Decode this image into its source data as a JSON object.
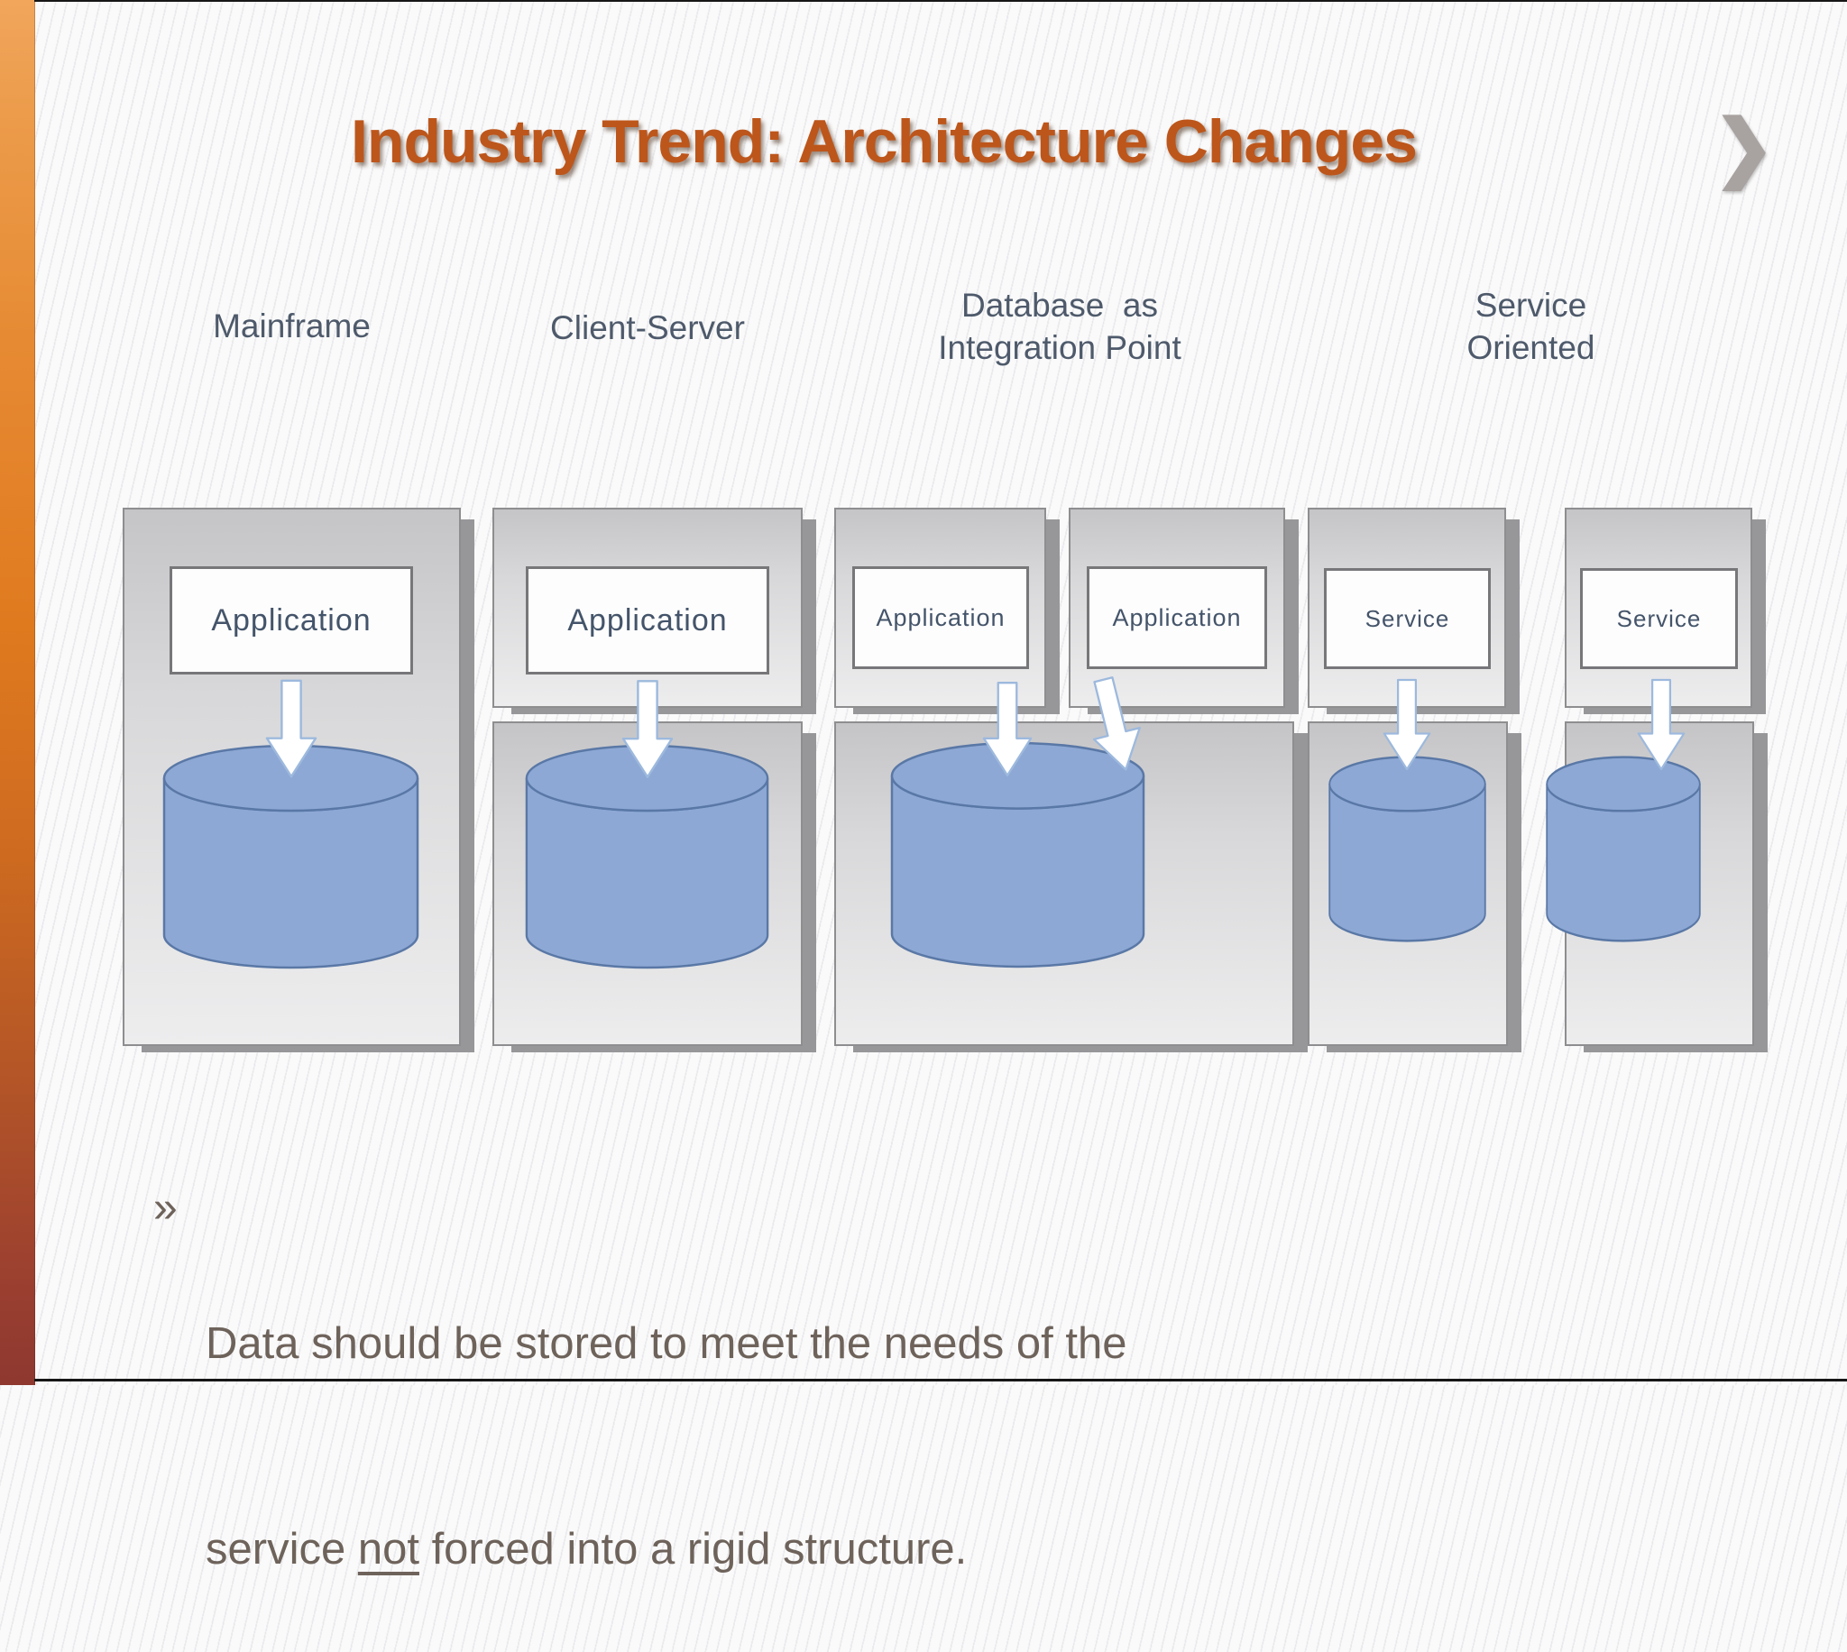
{
  "slide": {
    "title": "Industry Trend: Architecture Changes",
    "chevron": "❯"
  },
  "columns": {
    "mainframe": {
      "label": "Mainframe",
      "box": "Application"
    },
    "client_server": {
      "label": "Client-Server",
      "box": "Application"
    },
    "db_integration": {
      "label_line1": "Database  as",
      "label_line2": "Integration Point",
      "box1": "Application",
      "box2": "Application"
    },
    "service_oriented": {
      "label_line1": "Service",
      "label_line2": "Oriented",
      "box1": "Service",
      "box2": "Service"
    }
  },
  "bullet": {
    "marker": "»",
    "line1": "Data should be stored to meet the needs of the",
    "line2_pre": "service ",
    "line2_underline": "not",
    "line2_post": " forced into a rigid structure."
  },
  "colors": {
    "title_orange": "#bd561b",
    "accent_bar_top": "#f1a65c",
    "accent_bar_bottom": "#8e3830",
    "label_slate": "#4e5a6b",
    "bullet_gray_brown": "#6e635b",
    "panel_gray_top": "#c5c5c7",
    "panel_gray_bottom": "#ededee",
    "panel_border": "#8e8e90",
    "panel_shadow": "#97979a",
    "box_border": "#77777a",
    "box_text": "#44546a",
    "cylinder_fill": "#8da8d5",
    "cylinder_stroke": "#5a78a6",
    "arrow_fill": "#ffffff",
    "arrow_stroke": "#9db9dd"
  }
}
